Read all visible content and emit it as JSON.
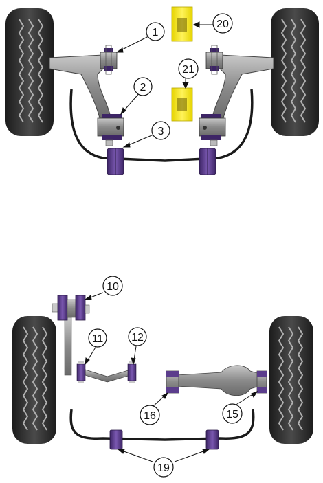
{
  "colors": {
    "bush": "#5b3d8c",
    "bush_dark": "#3d2566",
    "poly": "#ffee00",
    "steel": "#8e8e8e",
    "tyre": "#2a2a2a",
    "tread": "#9a9a9a",
    "bar": "#1a1a1a"
  },
  "callouts": [
    {
      "id": "c1",
      "label": "1"
    },
    {
      "id": "c2",
      "label": "2"
    },
    {
      "id": "c3",
      "label": "3"
    },
    {
      "id": "c20",
      "label": "20"
    },
    {
      "id": "c21",
      "label": "21"
    },
    {
      "id": "c10",
      "label": "10"
    },
    {
      "id": "c11",
      "label": "11"
    },
    {
      "id": "c12",
      "label": "12"
    },
    {
      "id": "c15",
      "label": "15"
    },
    {
      "id": "c16",
      "label": "16"
    },
    {
      "id": "c19",
      "label": "19"
    }
  ]
}
